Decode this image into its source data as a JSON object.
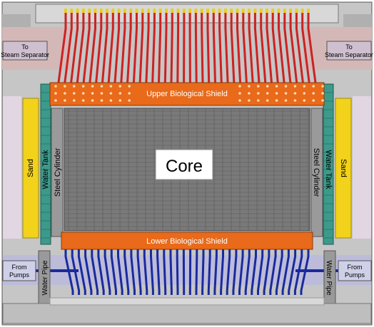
{
  "labels": {
    "core": "Core",
    "upper_shield": "Upper Biological Shield",
    "lower_shield": "Lower Biological Shield",
    "to": "To",
    "steam_separator": "Steam Separator",
    "from": "From",
    "pumps": "Pumps",
    "water_pipe": "Water Pipe",
    "sand": "Sand",
    "water_tank": "Water Tank",
    "steel_cylinder": "Steel Cylinder"
  },
  "colors": {
    "background": "#c8c8c8",
    "core_block": "#7a7a7a",
    "steam_pipe": "#cc2222",
    "water_pipe": "#1a2a9c",
    "upper_shield": "#e86a1a",
    "lower_shield": "#e86a1a",
    "sand": "#f2d21a",
    "water_tank": "#3c9a8a",
    "steel_cylinder": "#9a9a9a"
  }
}
